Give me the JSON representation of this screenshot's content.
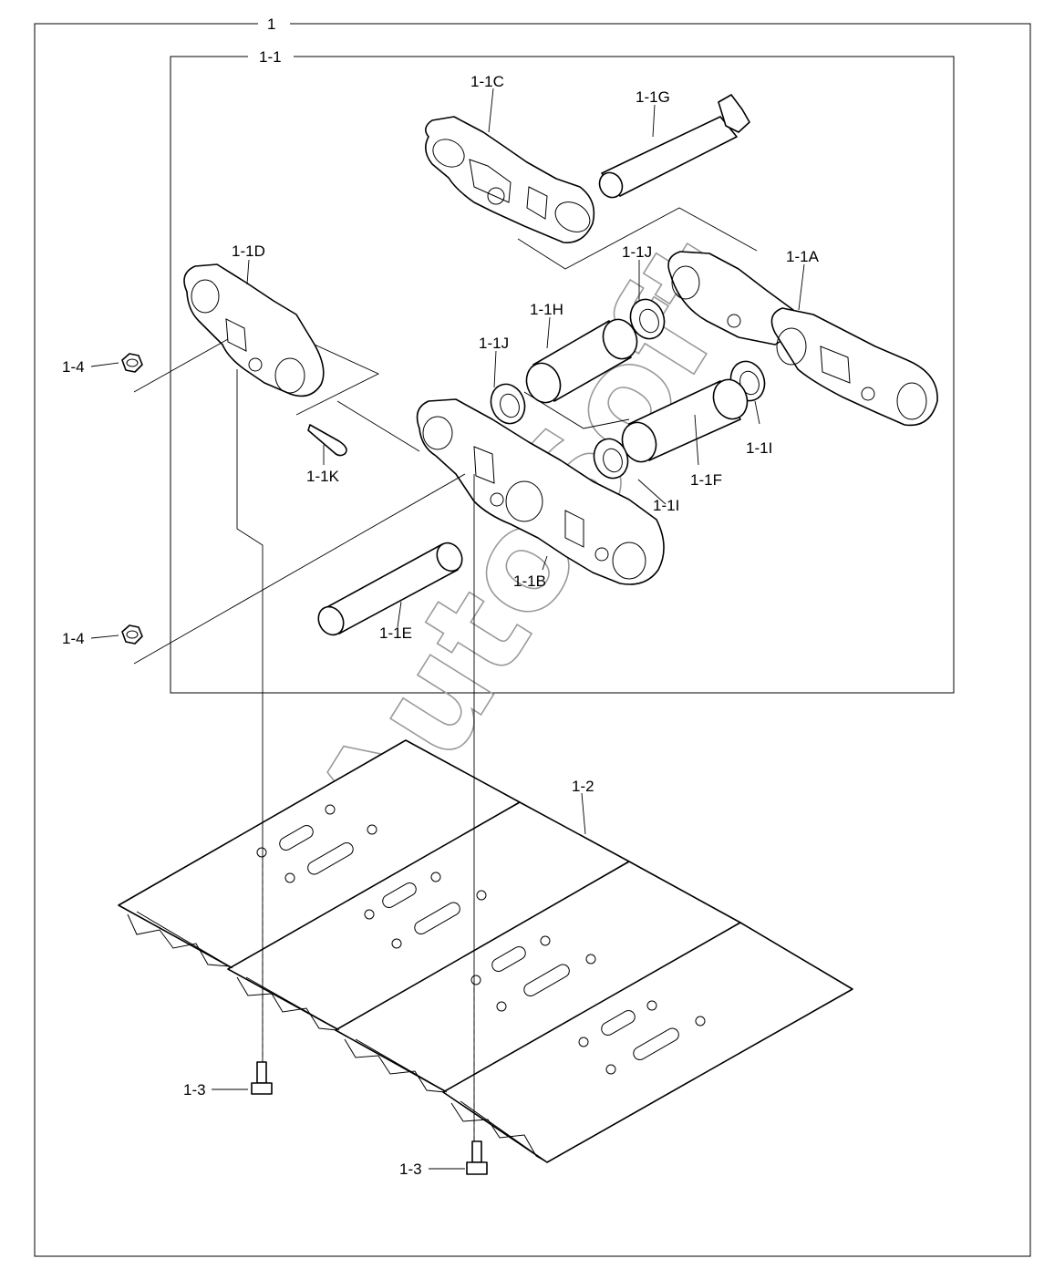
{
  "labels": {
    "assembly": "1",
    "link_assembly": "1-1",
    "link_c": "1-1C",
    "pin_g": "1-1G",
    "link_d": "1-1D",
    "link_a": "1-1A",
    "seal_j_top": "1-1J",
    "bushing_h": "1-1H",
    "seal_j_left": "1-1J",
    "nut_upper": "1-4",
    "pin_k": "1-1K",
    "seal_i_right": "1-1I",
    "bushing_f": "1-1F",
    "seal_i_mid": "1-1I",
    "link_b": "1-1B",
    "pin_e": "1-1E",
    "nut_lower": "1-4",
    "shoe": "1-2",
    "bolt_left": "1-3",
    "bolt_bottom": "1-3"
  },
  "watermark": "AutoSoft"
}
